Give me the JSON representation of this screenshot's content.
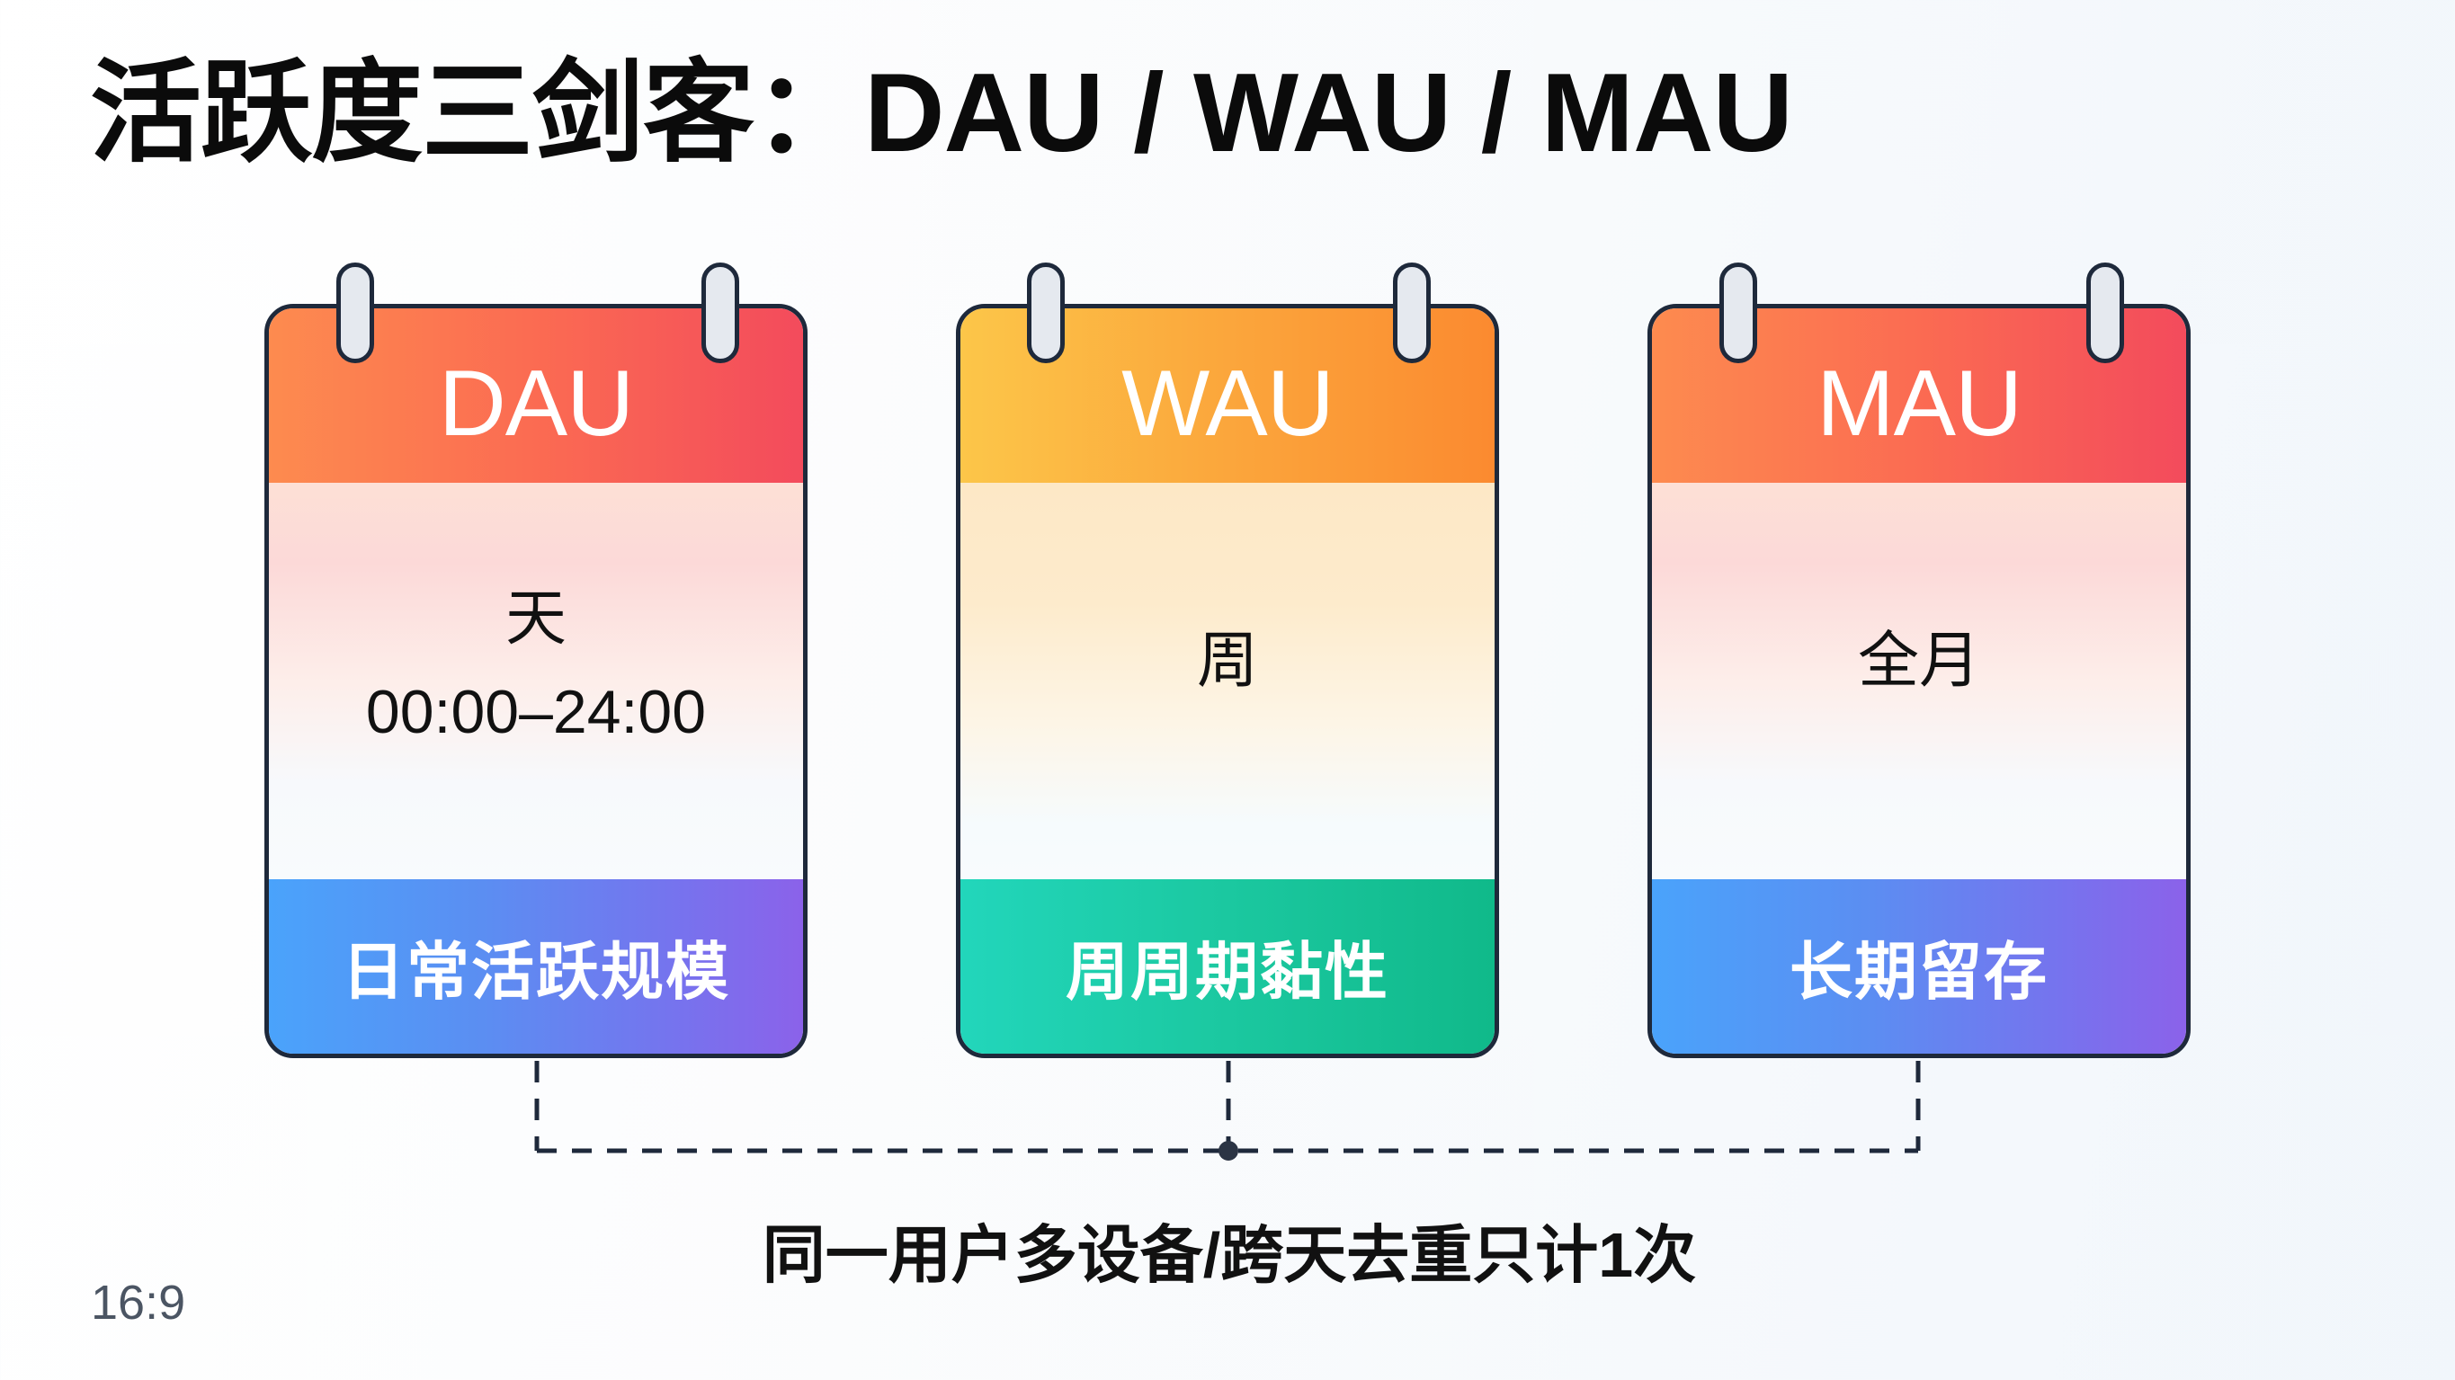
{
  "title": "活跃度三剑客：DAU / WAU / MAU",
  "cards": [
    {
      "id": "dau",
      "header": "DAU",
      "body_lines": [
        "天",
        "00:00–24:00"
      ],
      "footer": "日常活跃规模",
      "header_colors": [
        "#fd8b4f",
        "#f34b5c"
      ],
      "footer_colors": [
        "#4aa3fb",
        "#8b62ea"
      ]
    },
    {
      "id": "wau",
      "header": "WAU",
      "body_lines": [
        "周"
      ],
      "footer": "周周期黏性",
      "header_colors": [
        "#fcc649",
        "#fb8a30"
      ],
      "footer_colors": [
        "#22d6bb",
        "#10b98a"
      ]
    },
    {
      "id": "mau",
      "header": "MAU",
      "body_lines": [
        "全月"
      ],
      "footer": "长期留存",
      "header_colors": [
        "#fd8b4f",
        "#f34b5c"
      ],
      "footer_colors": [
        "#4aa3fb",
        "#8b62ea"
      ]
    }
  ],
  "connector": {
    "style": "dashed",
    "color": "#1e293b"
  },
  "caption": "同一用户多设备/跨天去重只计1次",
  "aspect_label": "16:9"
}
